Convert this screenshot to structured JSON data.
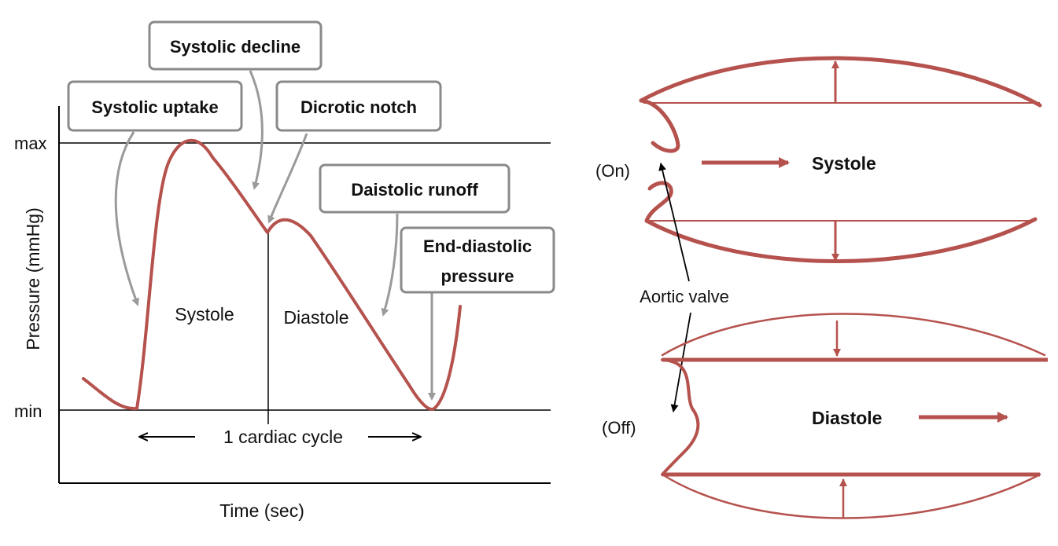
{
  "left_diagram": {
    "y_axis_label": "Pressure (mmHg)",
    "x_axis_label": "Time (sec)",
    "max_label": "max",
    "min_label": "min",
    "systole_label": "Systole",
    "diastole_label": "Diastole",
    "cycle_label": "1 cardiac cycle",
    "callouts": {
      "systolic_uptake": "Systolic uptake",
      "systolic_decline": "Systolic decline",
      "dicrotic_notch": "Dicrotic notch",
      "diastolic_runoff": "Daistolic runoff",
      "end_diastolic_line1": "End-diastolic",
      "end_diastolic_line2": "pressure"
    }
  },
  "right_diagram": {
    "on_label": "(On)",
    "off_label": "(Off)",
    "aortic_valve_label": "Aortic valve",
    "systole_label": "Systole",
    "diastole_label": "Diastole"
  },
  "colors": {
    "curve": "#b5524d",
    "callout_border": "#8a8a8a",
    "arrow_gray": "#9a9a9a",
    "axis": "#000000"
  }
}
